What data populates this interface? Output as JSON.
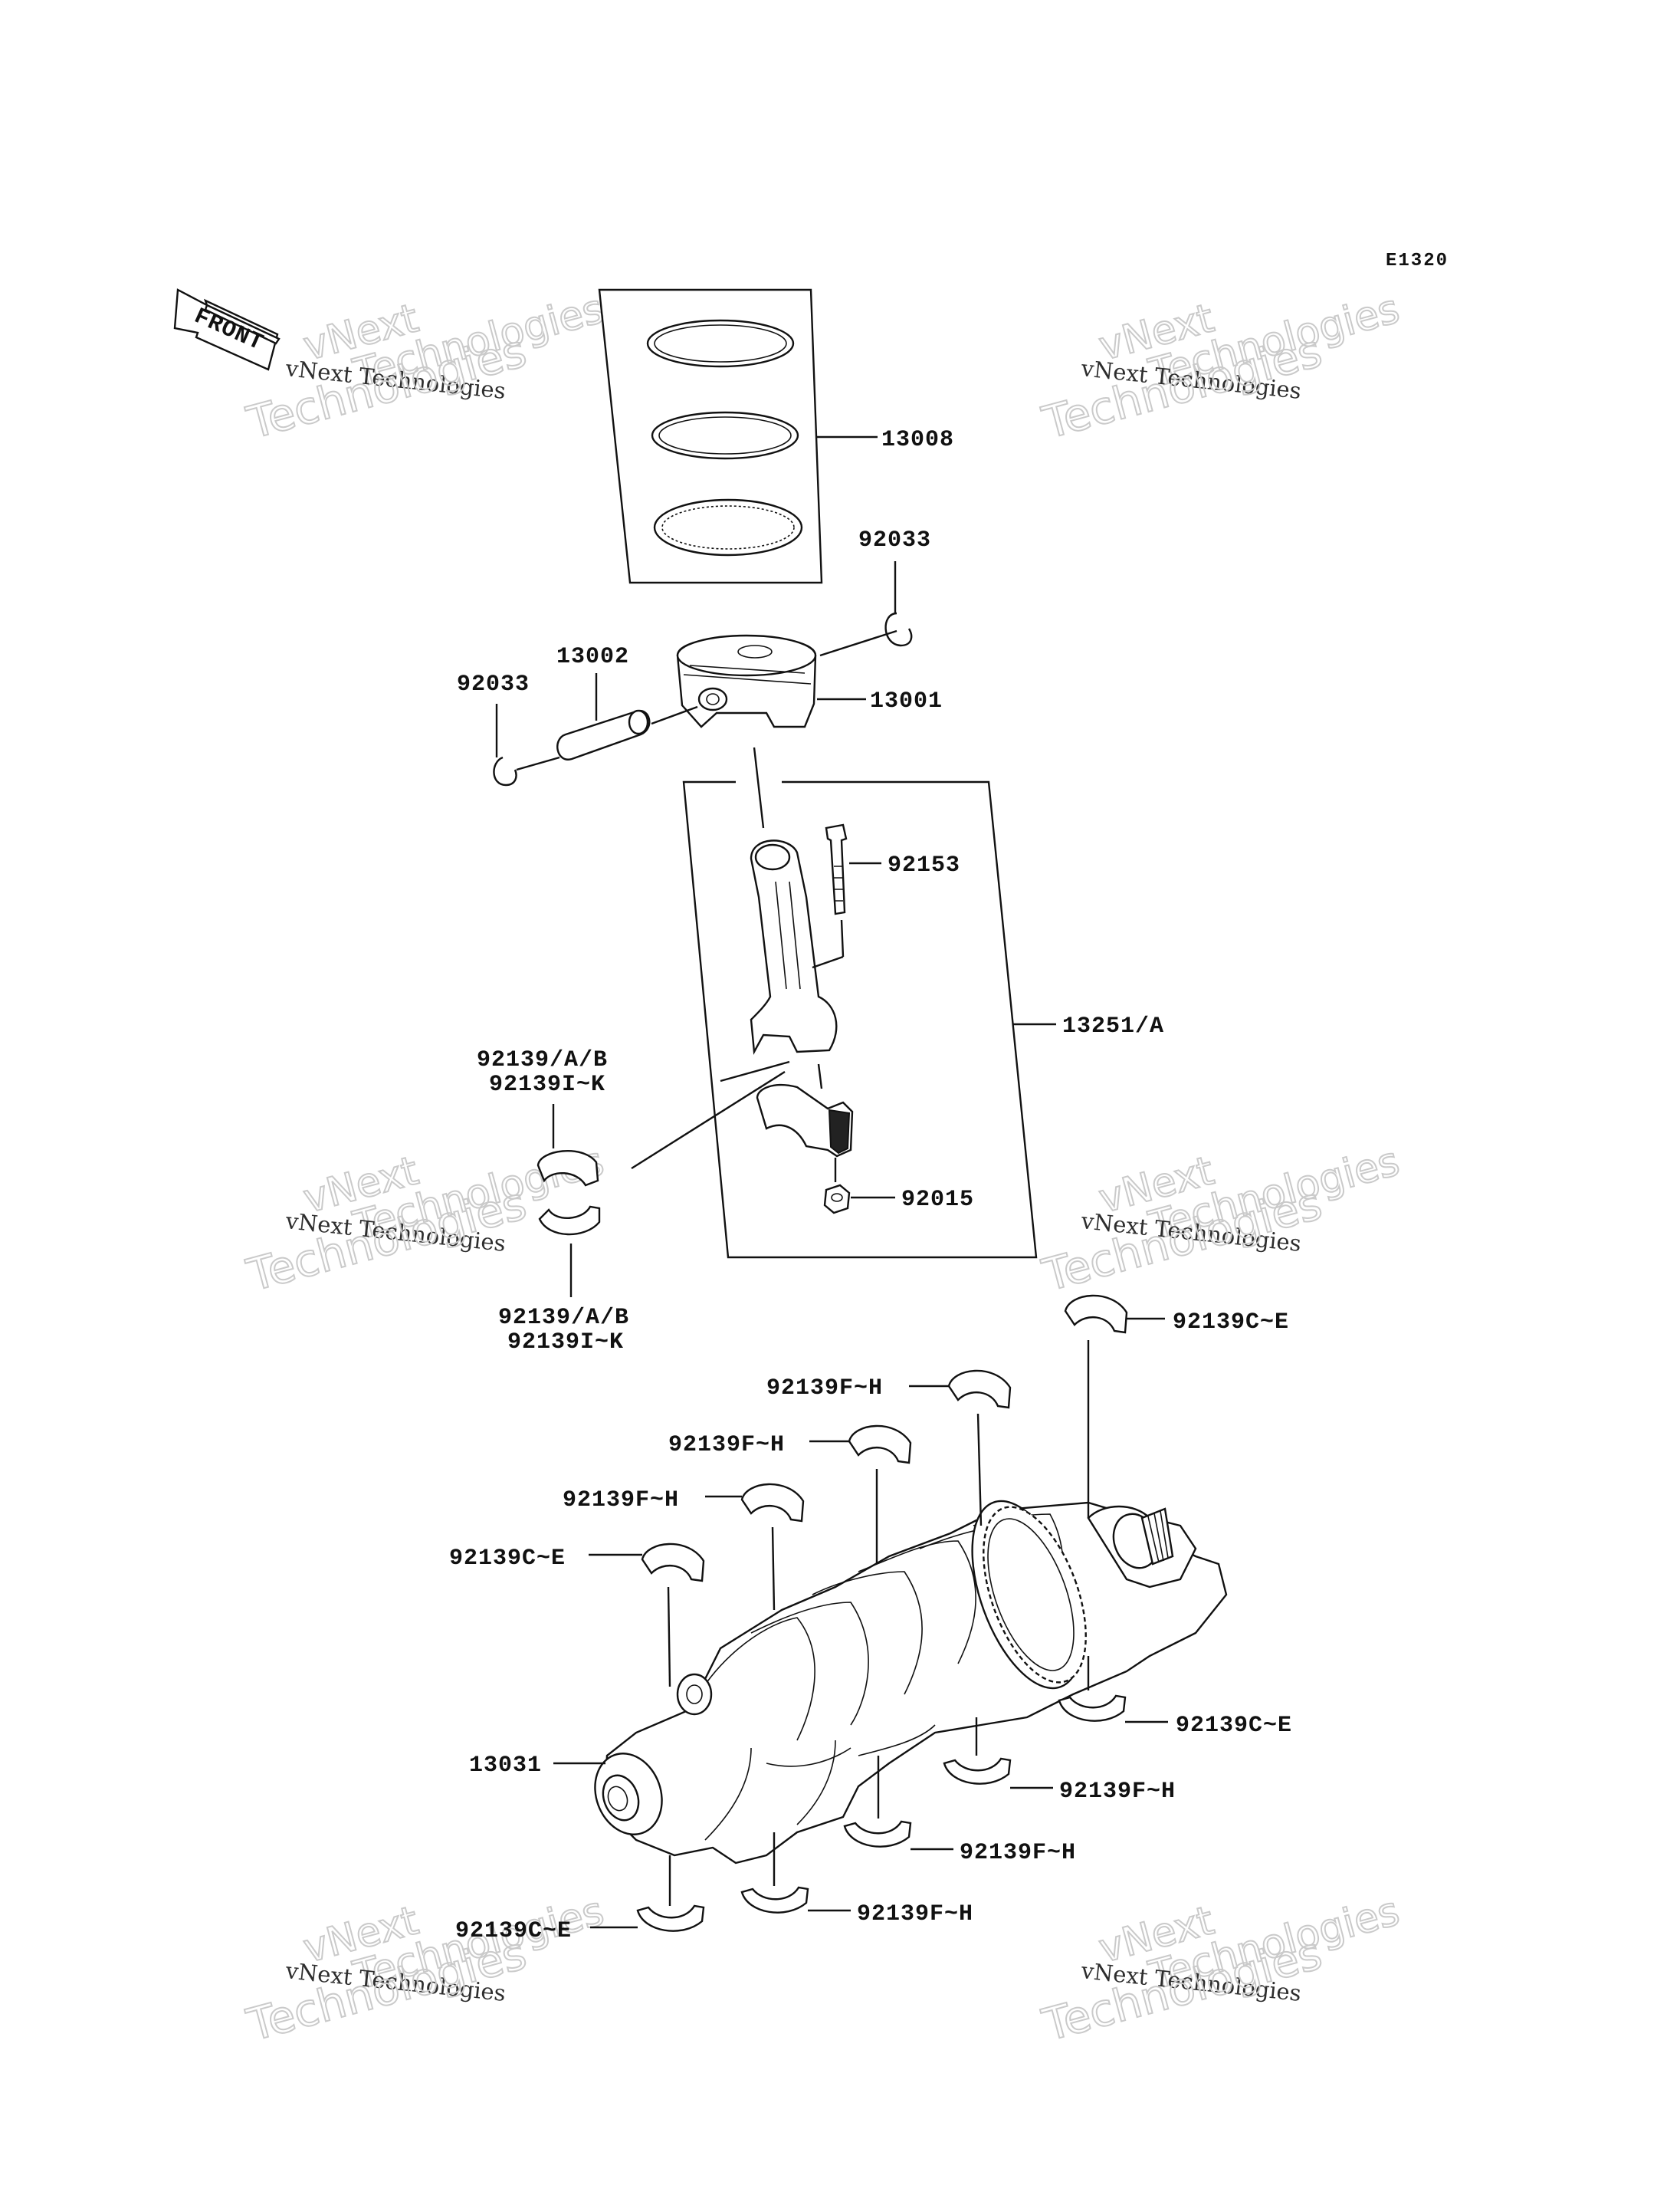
{
  "diagram_code": "E1320",
  "front_label": "FRONT",
  "watermark": {
    "line1": "vNext Technologies",
    "line2": "vNext",
    "line3": "Technologies"
  },
  "parts": {
    "piston_ring_set": "13008",
    "snap_ring_right": "92033",
    "piston_pin": "13002",
    "snap_ring_left": "92033",
    "piston": "13001",
    "rod_bolt": "92153",
    "connecting_rod": "13251/A",
    "rod_bearing_upper_a": "92139/A/B",
    "rod_bearing_upper_b": "92139I~K",
    "rod_bearing_lower_a": "92139/A/B",
    "rod_bearing_lower_b": "92139I~K",
    "rod_nut": "92015",
    "crankshaft": "13031",
    "main_bearing_top_1": "92139C~E",
    "main_bearing_top_2": "92139F~H",
    "main_bearing_top_3": "92139F~H",
    "main_bearing_top_4": "92139F~H",
    "main_bearing_top_5": "92139C~E",
    "main_bearing_bot_1": "92139C~E",
    "main_bearing_bot_2": "92139F~H",
    "main_bearing_bot_3": "92139F~H",
    "main_bearing_bot_4": "92139F~H",
    "main_bearing_bot_5": "92139C~E"
  }
}
